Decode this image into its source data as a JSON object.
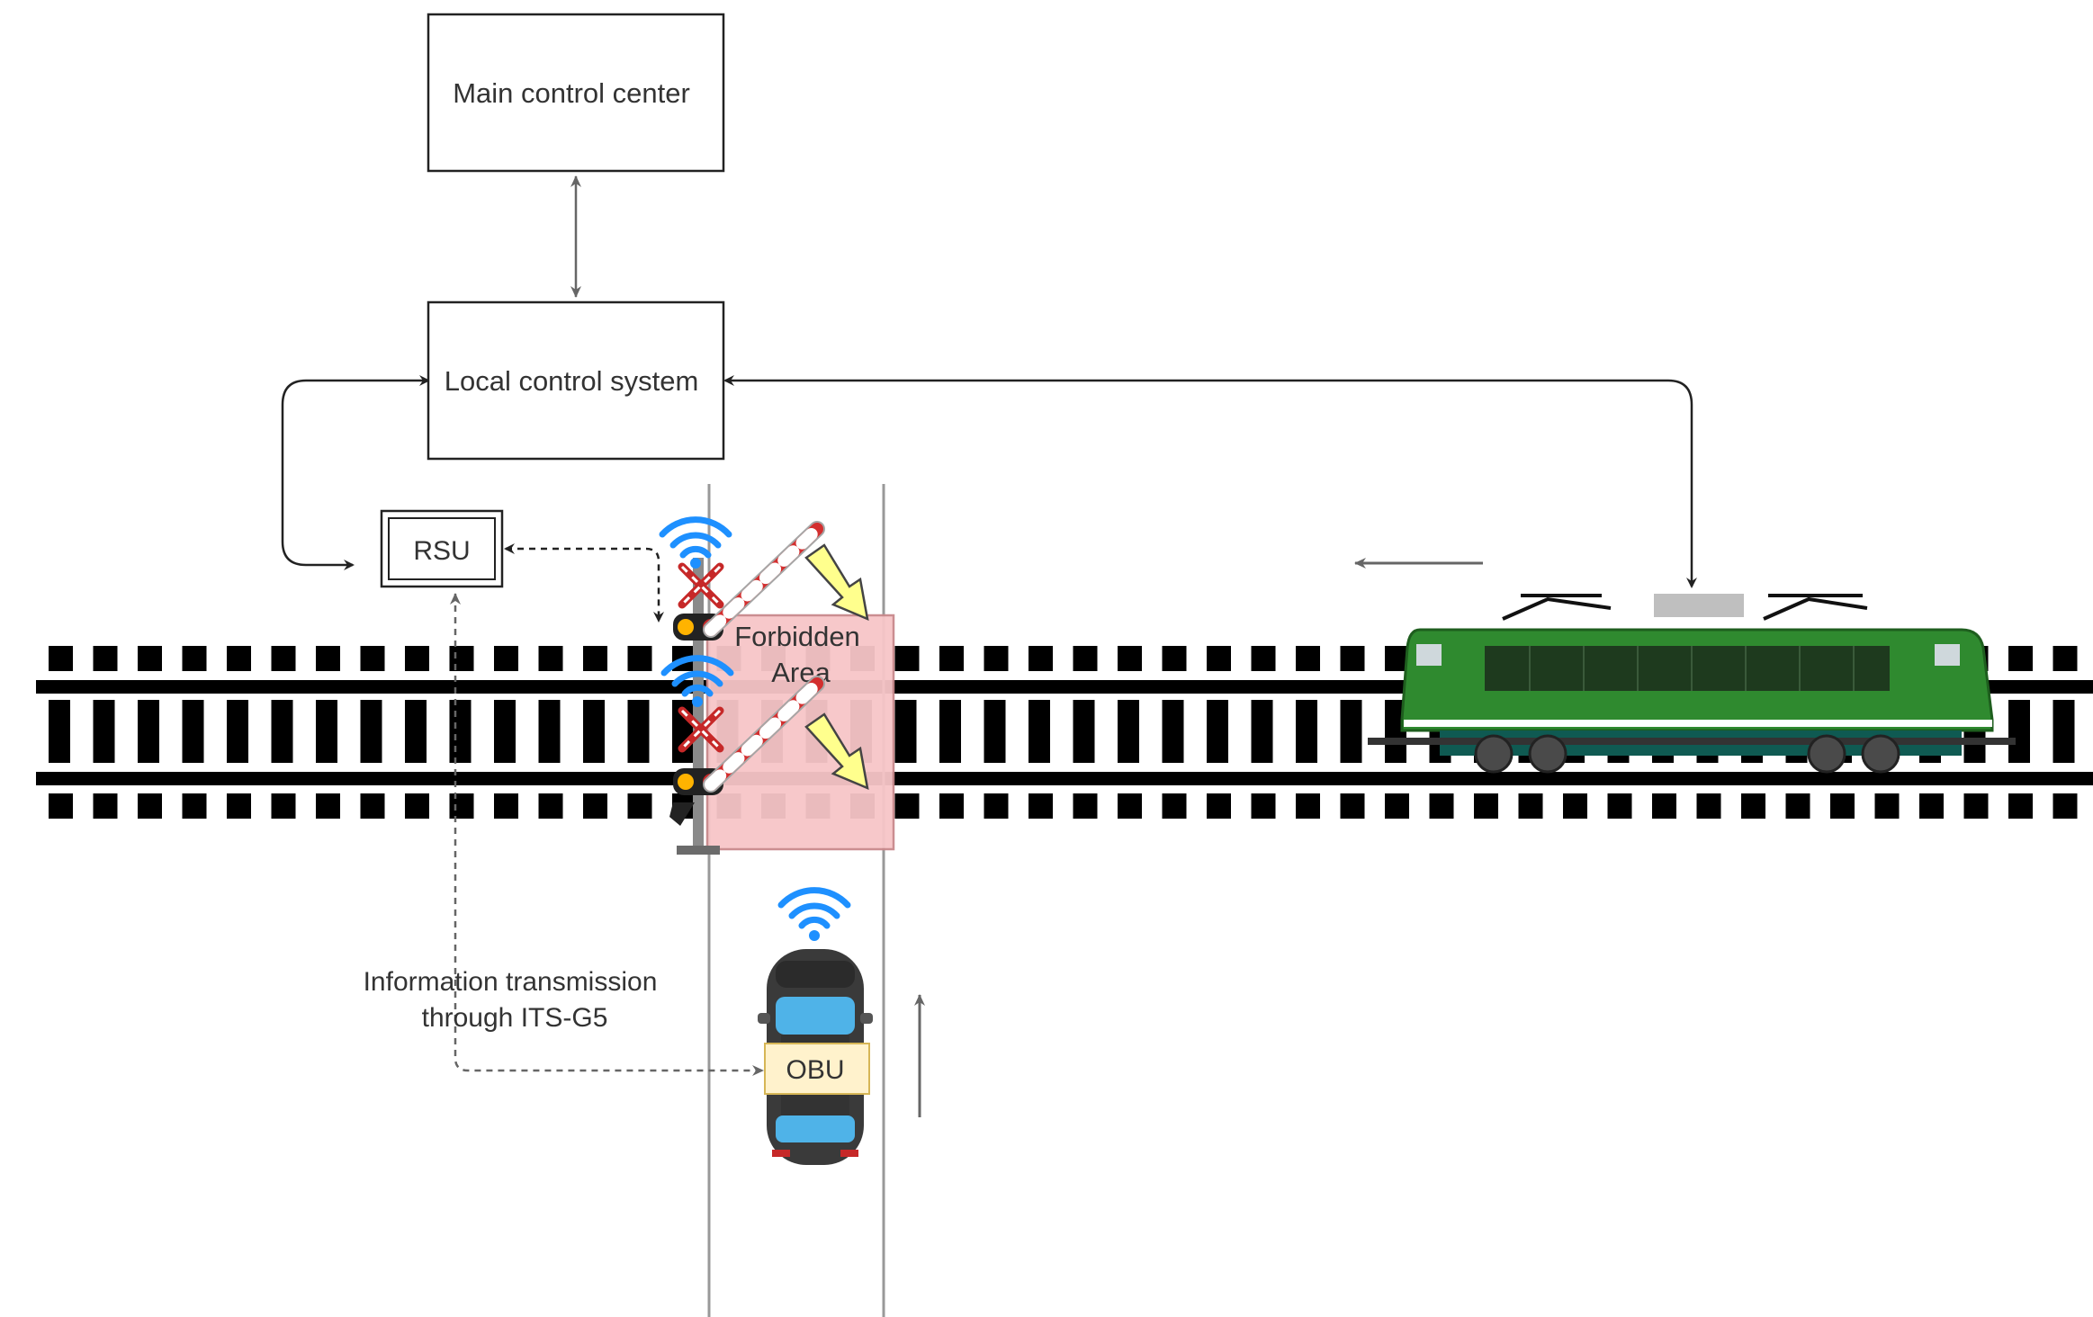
{
  "nodes": {
    "main_control_center": "Main control center",
    "local_control_system": "Local control system",
    "rsu": "RSU",
    "forbidden_area_line1": "Forbidden",
    "forbidden_area_line2": "Area",
    "obu": "OBU"
  },
  "annotations": {
    "its_g5_line1": "Information transmission",
    "its_g5_line2": "through ITS-G5"
  },
  "icons": {
    "wifi": "wifi-icon",
    "train": "train-icon",
    "car": "car-icon",
    "barrier": "railway-barrier-icon",
    "warning_arrow": "yellow-arrow-icon"
  },
  "colors": {
    "forbidden_fill": "#f7c6c8",
    "forbidden_stroke": "#c9898c",
    "wifi": "#1e90ff",
    "train_body": "#2f8a2f",
    "obu_fill": "#fff2cc",
    "obu_stroke": "#d6b656"
  }
}
